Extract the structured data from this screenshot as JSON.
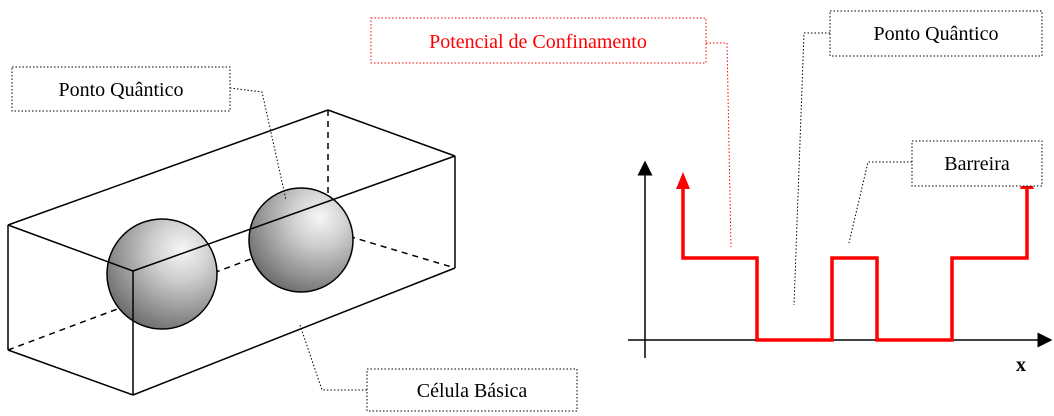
{
  "labels": {
    "ponto_quantico_left": "Ponto Quântico",
    "celula_basica": "Célula Básica",
    "potencial_confinamento": "Potencial de Confinamento",
    "ponto_quantico_right": "Ponto Quântico",
    "barreira": "Barreira",
    "x_axis": "x"
  },
  "colors": {
    "potential": "#ff0000",
    "potential_label": "#ff0000",
    "line": "#000000",
    "sphere_light": "#f4f4f4",
    "sphere_dark": "#5e5e5e"
  }
}
